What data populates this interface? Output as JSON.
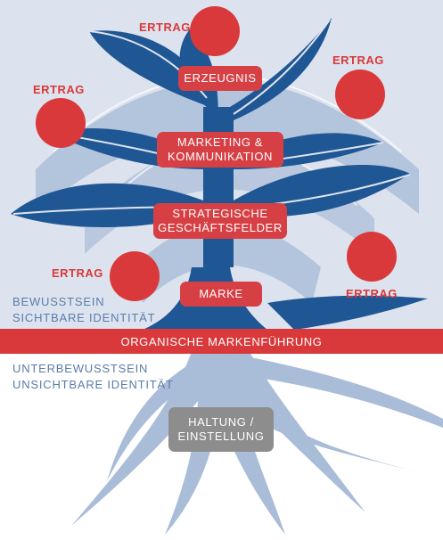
{
  "colors": {
    "background_upper": "#dde3ee",
    "leaf_blue": "#1f5694",
    "roots_blue": "#a9bcd8",
    "accent_red": "#d9393a",
    "pill_red": "#d64045",
    "pill_grey": "#8d8d8d",
    "side_text": "#5a7cab"
  },
  "ertrag": {
    "top": "ERTRAG",
    "right_top": "ERTRAG",
    "left_top": "ERTRAG",
    "left_bottom": "ERTRAG",
    "right_bottom": "ERTRAG"
  },
  "pills": {
    "erzeugnis": "ERZEUGNIS",
    "marketing_1": "MARKETING &",
    "marketing_2": "KOMMUNIKATION",
    "strategische_1": "STRATEGISCHE",
    "strategische_2": "GESCHÄFTSFELDER",
    "marke": "MARKE",
    "haltung_1": "HALTUNG /",
    "haltung_2": "EINSTELLUNG"
  },
  "side_labels": {
    "upper_1": "BEWUSSTSEIN",
    "upper_2": "SICHTBARE IDENTITÄT",
    "lower_1": "UNTERBEWUSSTSEIN",
    "lower_2": "UNSICHTBARE IDENTITÄT"
  },
  "band": "ORGANISCHE MARKENFÜHRUNG"
}
